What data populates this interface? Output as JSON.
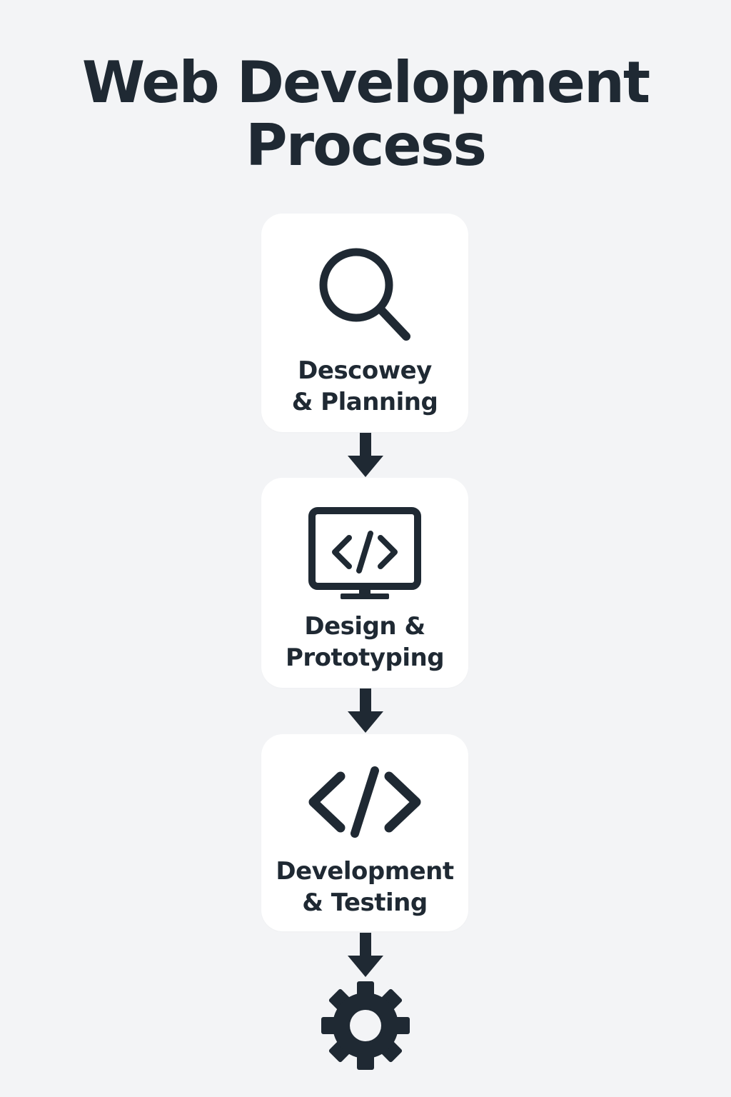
{
  "title": {
    "line1": "Web Development",
    "line2": "Process"
  },
  "steps": [
    {
      "icon": "search-icon",
      "line1": "Descowey",
      "line2": "& Planning"
    },
    {
      "icon": "monitor-code-icon",
      "line1": "Design &",
      "line2": "Prototyping"
    },
    {
      "icon": "code-icon",
      "line1": "Development",
      "line2": "& Testing"
    }
  ],
  "final_icon": "gear-icon",
  "colors": {
    "background": "#f3f4f6",
    "card": "#ffffff",
    "ink": "#1f2933"
  }
}
